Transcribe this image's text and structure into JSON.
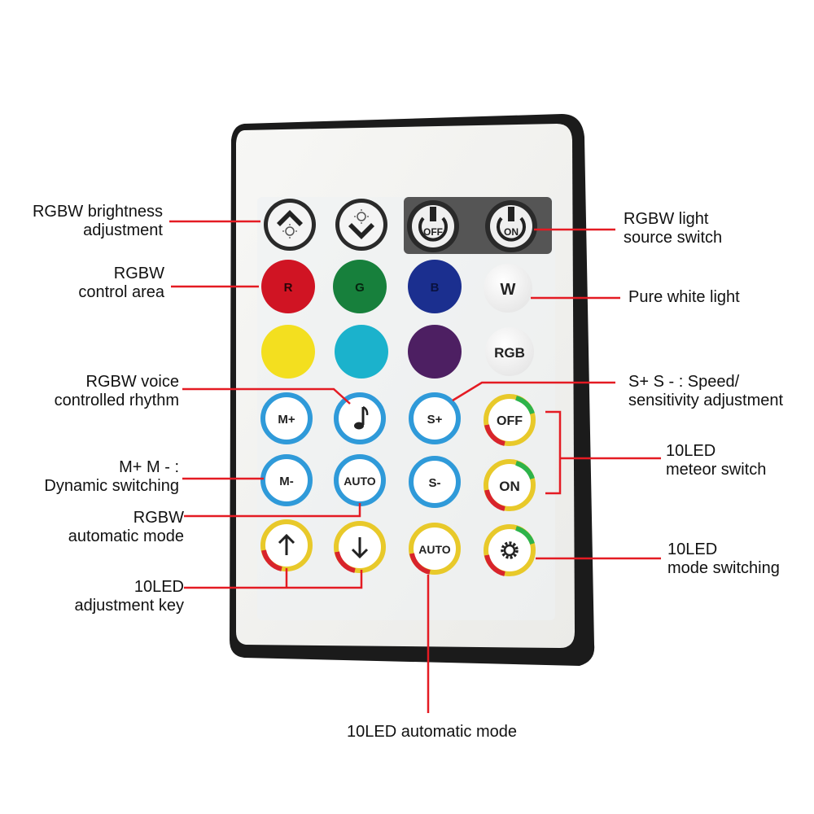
{
  "colors": {
    "pointer": "#e41b23",
    "remote_body": "#f3f3f1",
    "remote_case": "#1b1b1b",
    "red": "#d01423",
    "green": "#17803c",
    "blue": "#1b2f8f",
    "yellow": "#f3df1f",
    "cyan": "#1bb2cc",
    "purple": "#4d1f62",
    "white_key": "#f6f6f6"
  },
  "buttons": {
    "brightness_up": "brightness-up-icon",
    "brightness_down": "brightness-down-icon",
    "rgbw_off": "OFF",
    "rgbw_on": "ON",
    "red": "R",
    "green": "G",
    "blue": "B",
    "white": "W",
    "yellow": "",
    "cyan": "",
    "purple": "",
    "rgb": "RGB",
    "m_plus": "M+",
    "music": "music-note-icon",
    "s_plus": "S+",
    "meteor_off": "OFF",
    "m_minus": "M-",
    "auto_rgbw": "AUTO",
    "s_minus": "S-",
    "meteor_on": "ON",
    "arrow_up": "arrow-up-icon",
    "arrow_down": "arrow-down-icon",
    "auto_10led": "AUTO",
    "mode": "gear-icon"
  },
  "labels": {
    "brightness": [
      "RGBW brightness",
      "adjustment"
    ],
    "control_area": [
      "RGBW",
      "control area"
    ],
    "voice": [
      "RGBW voice",
      "controlled rhythm"
    ],
    "dynamic": [
      "M+  M - :",
      "Dynamic switching"
    ],
    "auto_mode": [
      "RGBW",
      "automatic mode"
    ],
    "adjust_key": [
      "10LED",
      "adjustment key"
    ],
    "source_switch": [
      "RGBW light",
      "source switch"
    ],
    "pure_white": [
      "Pure white light"
    ],
    "speed": [
      "S+  S - : Speed/",
      "sensitivity adjustment"
    ],
    "meteor": [
      "10LED",
      "meteor switch"
    ],
    "mode_switch": [
      "10LED",
      "mode switching"
    ],
    "auto_10led": [
      "10LED automatic mode"
    ]
  }
}
